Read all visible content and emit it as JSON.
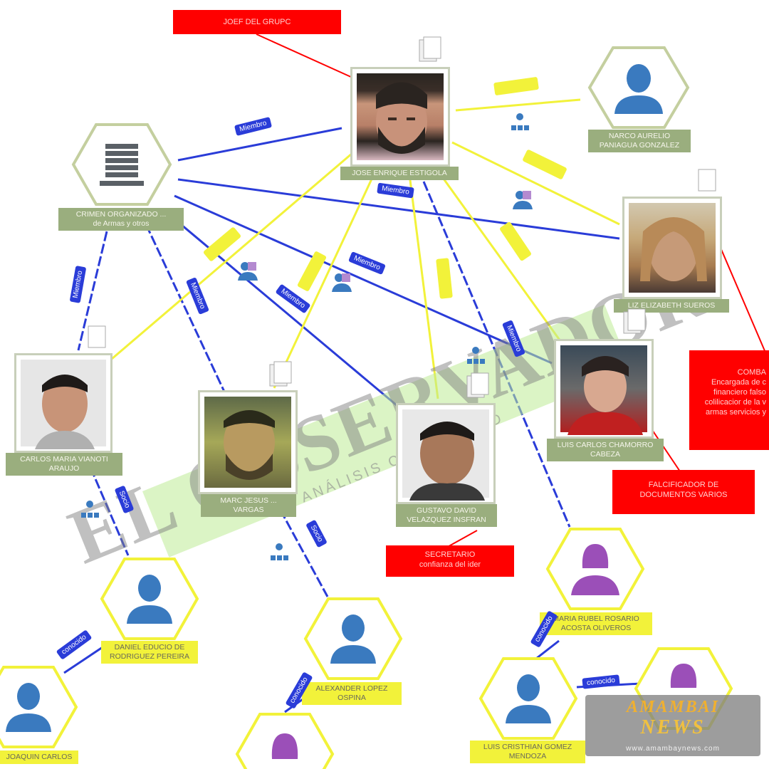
{
  "watermark": {
    "brand": "EL OBSERVADOR",
    "tagline": "ANÁLISIS CON VERDAD"
  },
  "logo": {
    "line1": "AMAMBAI",
    "line2": "NEWS",
    "url": "www.amambaynews.com"
  },
  "red_boxes": {
    "jefe": "JOEF DEL GRUPC",
    "comb_title": "COMBA",
    "comb_l1": "Encargada de c",
    "comb_l2": "financiero falso",
    "comb_l3": "colilicacior de la v",
    "comb_l4": "armas servicios y",
    "falsificador_l1": "FALCIFICADOR DE",
    "falsificador_l2": "DOCUMENTOS VARIOS",
    "secretario_l1": "SECRETARIO",
    "secretario_l2": "confianza del ider"
  },
  "people": {
    "jose": "JOSE ENRIQUE ESTIGOLA",
    "org_l1": "Crimen Organizado ...",
    "org_l2": "de Armas y otros",
    "narco_l1": "NARCO AURELIO",
    "narco_l2": "PANIAGUA GONZALEZ",
    "liz": "LIZ ELIZABETH SUEROS",
    "carlos_l1": "CARLOS MARIA VIANOTI",
    "carlos_l2": "ARAUJO",
    "marc_l1": "MARC JESUS ...",
    "marc_l2": "VARGAS",
    "gustavo_l1": "GUSTAVO DAVID",
    "gustavo_l2": "VELAZQUEZ INSFRAN",
    "luis_l1": "LUIS CARLOS CHAMORRO",
    "luis_l2": "CABEZA",
    "y1_l1": "DANIEL EDUCIO DE",
    "y1_l2": "RODRIGUEZ PEREIRA",
    "y2_l1": "ALEXANDER LOPEZ",
    "y2_l2": "OSPINA",
    "y3_l1": "MARIA RUBEL ROSARIO",
    "y3_l2": "ACOSTA OLIVEROS",
    "y4_l1": "LUIS CRISTHIAN GOMEZ",
    "y4_l2": "MENDOZA",
    "y5": "JOAQUIN CARLOS"
  },
  "edge_labels": {
    "miembro": "Miembro",
    "conocido": "conocido",
    "socio": "Socio"
  },
  "colors": {
    "blue_line": "#2a3cd8",
    "yellow_line": "#f2f23a",
    "red_line": "#ff0000",
    "red_box": "#ff0000",
    "green_label": "#9aae7e",
    "person_blue": "#3a7abf",
    "person_purple": "#9b4fb8"
  }
}
